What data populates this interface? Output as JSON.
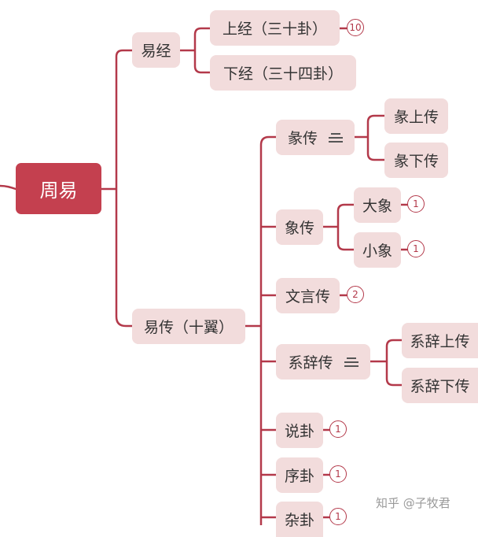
{
  "root": {
    "label": "周易"
  },
  "jing": {
    "label": "易经",
    "children": [
      {
        "label": "上经（三十卦）",
        "badge": "10"
      },
      {
        "label": "下经（三十四卦）"
      }
    ]
  },
  "zhuan": {
    "label": "易传（十翼）",
    "children": [
      {
        "label": "彖传",
        "children": [
          {
            "label": "彖上传"
          },
          {
            "label": "彖下传"
          }
        ]
      },
      {
        "label": "象传",
        "children": [
          {
            "label": "大象",
            "badge": "1"
          },
          {
            "label": "小象",
            "badge": "1"
          }
        ]
      },
      {
        "label": "文言传",
        "badge": "2"
      },
      {
        "label": "系辞传",
        "children": [
          {
            "label": "系辞上传"
          },
          {
            "label": "系辞下传"
          }
        ]
      },
      {
        "label": "说卦",
        "badge": "1"
      },
      {
        "label": "序卦",
        "badge": "1"
      },
      {
        "label": "杂卦",
        "badge": "1"
      }
    ]
  },
  "watermark": "知乎 @子牧君",
  "colors": {
    "line": "#b3394a",
    "root_fill": "#c4404f",
    "node_fill": "#f2dcdc"
  }
}
